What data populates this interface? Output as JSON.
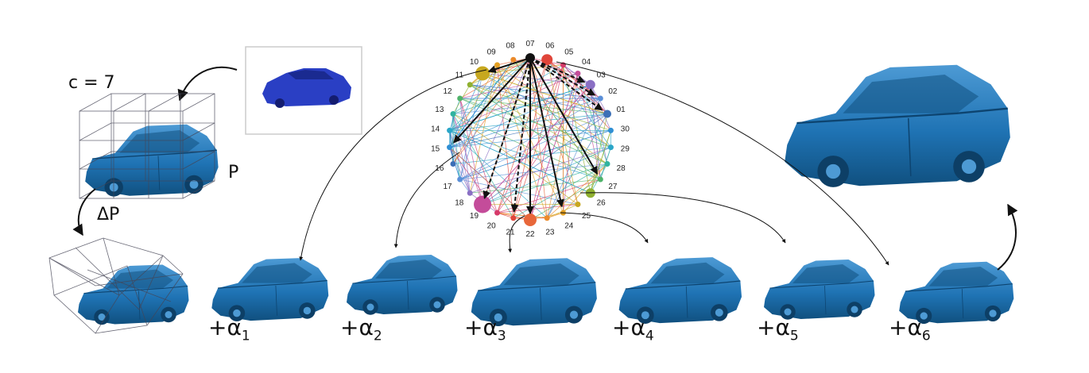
{
  "labels": {
    "c": "c = 7",
    "p": "P",
    "dp": "ΔP"
  },
  "alphas": [
    {
      "sym": "+α",
      "sub": "1"
    },
    {
      "sym": "+α",
      "sub": "2"
    },
    {
      "sym": "+α",
      "sub": "3"
    },
    {
      "sym": "+α",
      "sub": "4"
    },
    {
      "sym": "+α",
      "sub": "5"
    },
    {
      "sym": "+α",
      "sub": "6"
    }
  ],
  "graph_nodes": [
    "01",
    "02",
    "03",
    "04",
    "05",
    "06",
    "07",
    "08",
    "09",
    "10",
    "11",
    "12",
    "13",
    "14",
    "15",
    "16",
    "17",
    "18",
    "19",
    "20",
    "21",
    "22",
    "23",
    "24",
    "25",
    "26",
    "27",
    "28",
    "29",
    "30"
  ],
  "colors": {
    "car": "#1f73b4",
    "car_dark": "#10507f",
    "car_light": "#4d9ad4",
    "input_car": "#2a3fc4"
  }
}
